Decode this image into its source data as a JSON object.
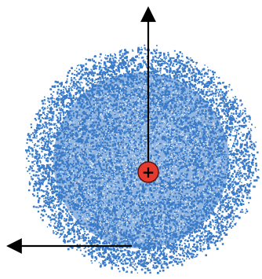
{
  "diagram": {
    "background_color": "#ffffff",
    "electron_cloud": {
      "name": "electron-cloud",
      "color": "#3a7bc8"
    },
    "nucleus": {
      "symbol": "+",
      "fill_color": "#e53b2f",
      "stroke_color": "#5a1410"
    },
    "arrows": [
      {
        "name": "vertical-arrow",
        "color": "#000000",
        "direction": "up"
      },
      {
        "name": "horizontal-arrow",
        "color": "#000000",
        "direction": "left"
      }
    ]
  }
}
